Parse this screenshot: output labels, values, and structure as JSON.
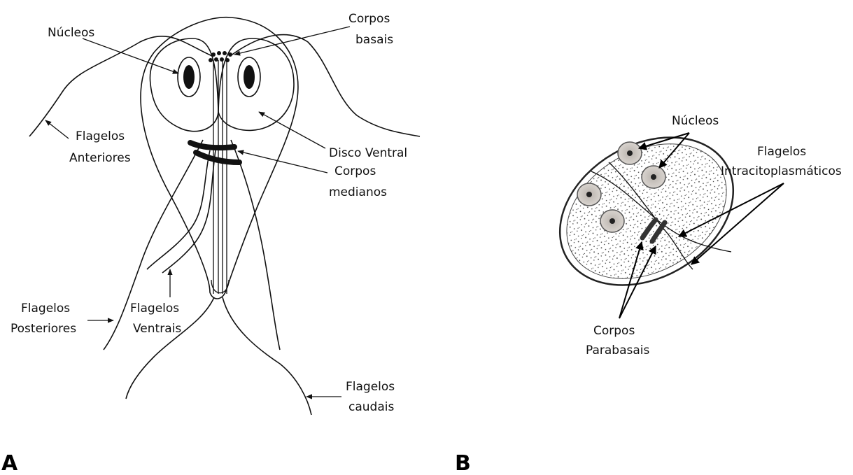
{
  "panels": [
    "A",
    "B"
  ],
  "diagram_a": {
    "labels": {
      "nucleos": "Núcleos",
      "corpos_basais_1": "Corpos",
      "corpos_basais_2": "basais",
      "flagelos_anteriores_1": "Flagelos",
      "flagelos_anteriores_2": "Anteriores",
      "disco_ventral": "Disco Ventral",
      "corpos_medianos_1": "Corpos",
      "corpos_medianos_2": "medianos",
      "flagelos_posteriores_1": "Flagelos",
      "flagelos_posteriores_2": "Posteriores",
      "flagelos_ventrais_1": "Flagelos",
      "flagelos_ventrais_2": "Ventrais",
      "flagelos_caudais_1": "Flagelos",
      "flagelos_caudais_2": "caudais"
    }
  },
  "diagram_b": {
    "labels": {
      "nucleos": "Núcleos",
      "flagelos_intra_1": "Flagelos",
      "flagelos_intra_2": "Intracitoplasmáticos",
      "corpos_parabasais_1": "Corpos",
      "corpos_parabasais_2": "Parabasais"
    }
  }
}
